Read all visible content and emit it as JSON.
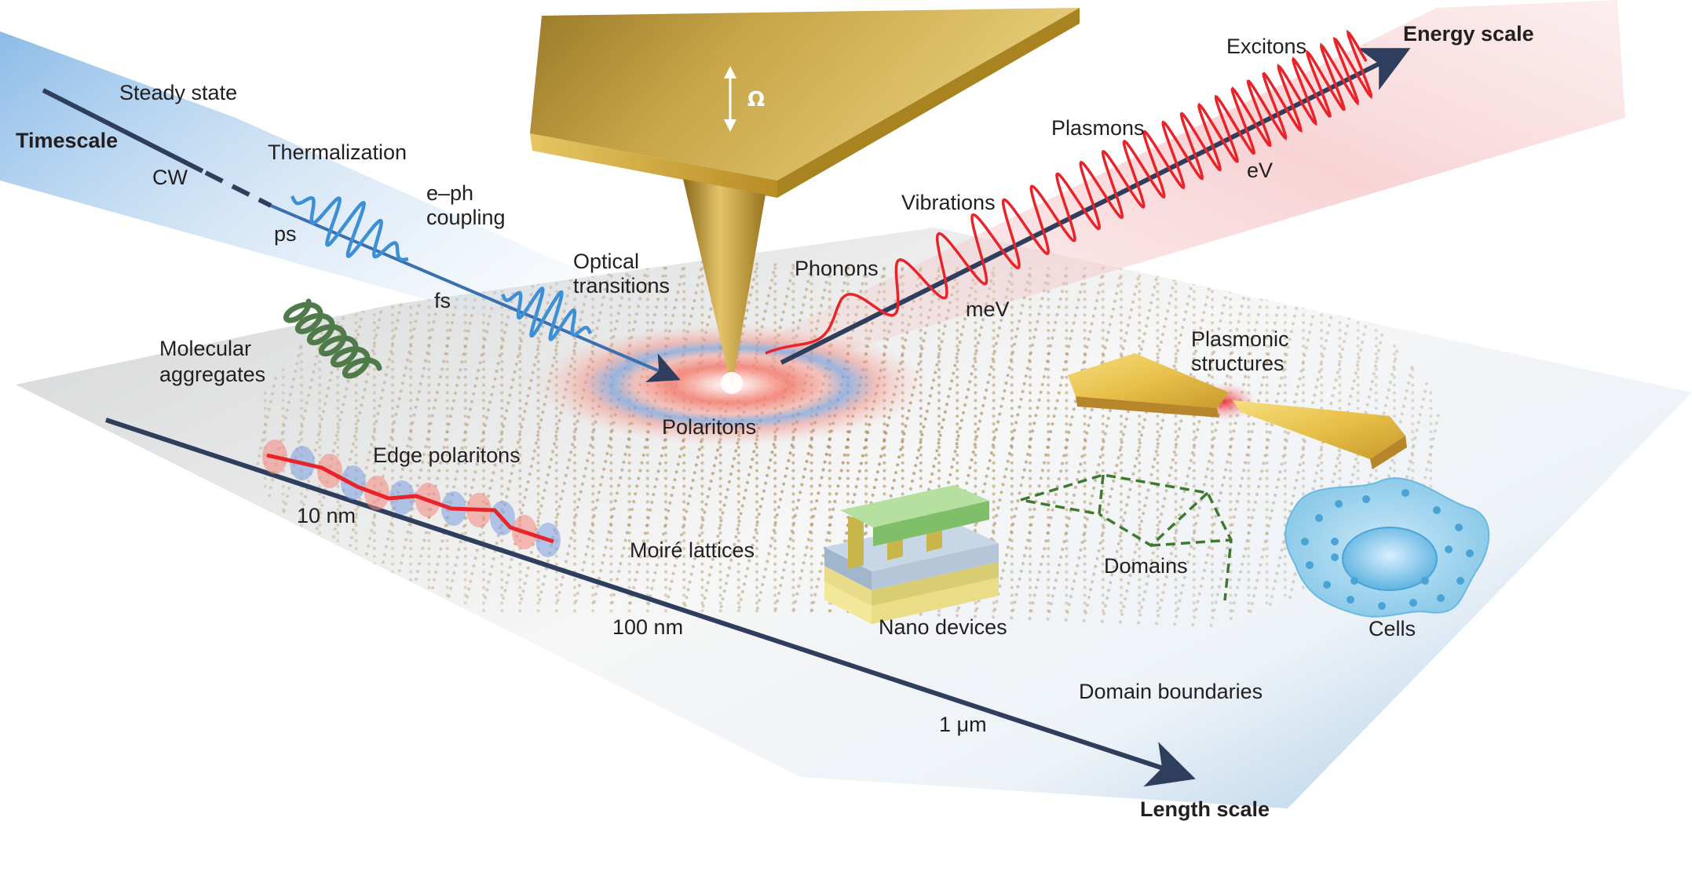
{
  "axes": {
    "timescale": "Timescale",
    "energy_scale": "Energy scale",
    "length_scale": "Length scale"
  },
  "time_labels": {
    "steady_state": "Steady state",
    "cw": "CW",
    "thermalization": "Thermalization",
    "ps": "ps",
    "eph_1": "e–ph",
    "eph_2": "coupling",
    "fs": "fs",
    "optical_1": "Optical",
    "optical_2": "transitions"
  },
  "energy_labels": {
    "excitons": "Excitons",
    "plasmons": "Plasmons",
    "ev": "eV",
    "vibrations": "Vibrations",
    "phonons": "Phonons",
    "mev": "meV"
  },
  "tip": {
    "omega": "Ω"
  },
  "length_labels": {
    "nm10": "10 nm",
    "nm100": "100 nm",
    "um1": "1 μm"
  },
  "systems": {
    "molecular_1": "Molecular",
    "molecular_2": "aggregates",
    "edge_polaritons": "Edge polaritons",
    "polaritons": "Polaritons",
    "moire": "Moiré lattices",
    "nano_devices": "Nano devices",
    "plasmonic_1": "Plasmonic",
    "plasmonic_2": "structures",
    "domains": "Domains",
    "cells": "Cells",
    "domain_boundaries": "Domain boundaries"
  },
  "colors": {
    "axis": "#2e3e5c",
    "blue_wave": "#3d8fd6",
    "red_wave": "#e8242a",
    "gold": "#c89a2c",
    "domains": "#3d7a2e",
    "cell": "#9fd3ee"
  }
}
